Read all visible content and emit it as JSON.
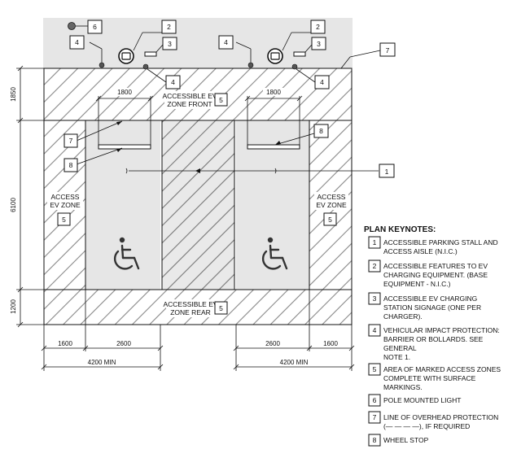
{
  "dimensions": {
    "top_band": "1850",
    "middle_band": "6100",
    "bottom_band": "1200",
    "sign_width_left": "1800",
    "sign_width_right": "1800",
    "aisle_left": "1600",
    "stall_left": "2600",
    "stall_right": "2600",
    "aisle_right": "1600",
    "total_left": "4200 MIN",
    "total_right": "4200 MIN"
  },
  "zones": {
    "front_line1": "ACCESSIBLE EV",
    "front_line2": "ZONE FRONT",
    "rear_line1": "ACCESSIBLE EV",
    "rear_line2": "ZONE REAR",
    "left_line1": "ACCESS",
    "left_line2": "EV ZONE",
    "right_line1": "ACCESS",
    "right_line2": "EV ZONE"
  },
  "tags": {
    "light": "6",
    "charger_left": "2",
    "charger_right": "2",
    "signage_left": "3",
    "signage_right": "3",
    "protection_a": "4",
    "protection_b": "4",
    "protection_c": "4",
    "protection_d": "4",
    "overhead": "7",
    "overhead_left": "7",
    "wheelstop_left": "8",
    "wheelstop_right": "8",
    "stall": "1",
    "zone_front": "5",
    "zone_rear": "5",
    "zone_left": "5",
    "zone_right": "5"
  },
  "keynotes": {
    "title": "PLAN KEYNOTES:",
    "items": [
      {
        "num": "1",
        "lines": [
          "ACCESSIBLE PARKING STALL AND",
          "ACCESS AISLE (N.I.C.)"
        ]
      },
      {
        "num": "2",
        "lines": [
          "ACCESSIBLE FEATURES TO EV",
          "CHARGING EQUIPMENT. (BASE",
          "EQUIPMENT - N.I.C.)"
        ]
      },
      {
        "num": "3",
        "lines": [
          "ACCESSIBLE EV CHARGING",
          "STATION SIGNAGE (ONE PER",
          "CHARGER)."
        ]
      },
      {
        "num": "4",
        "lines": [
          "VEHICULAR IMPACT PROTECTION:",
          "BARRIER OR BOLLARDS. SEE",
          "GENERAL",
          "NOTE 1."
        ]
      },
      {
        "num": "5",
        "lines": [
          "AREA OF MARKED ACCESS ZONES",
          "COMPLETE WITH SURFACE",
          "MARKINGS."
        ]
      },
      {
        "num": "6",
        "lines": [
          "POLE MOUNTED LIGHT"
        ]
      },
      {
        "num": "7",
        "lines": [
          "LINE OF OVERHEAD PROTECTION",
          "(— — — —), IF REQUIRED"
        ]
      },
      {
        "num": "8",
        "lines": [
          "WHEEL STOP"
        ]
      }
    ]
  }
}
